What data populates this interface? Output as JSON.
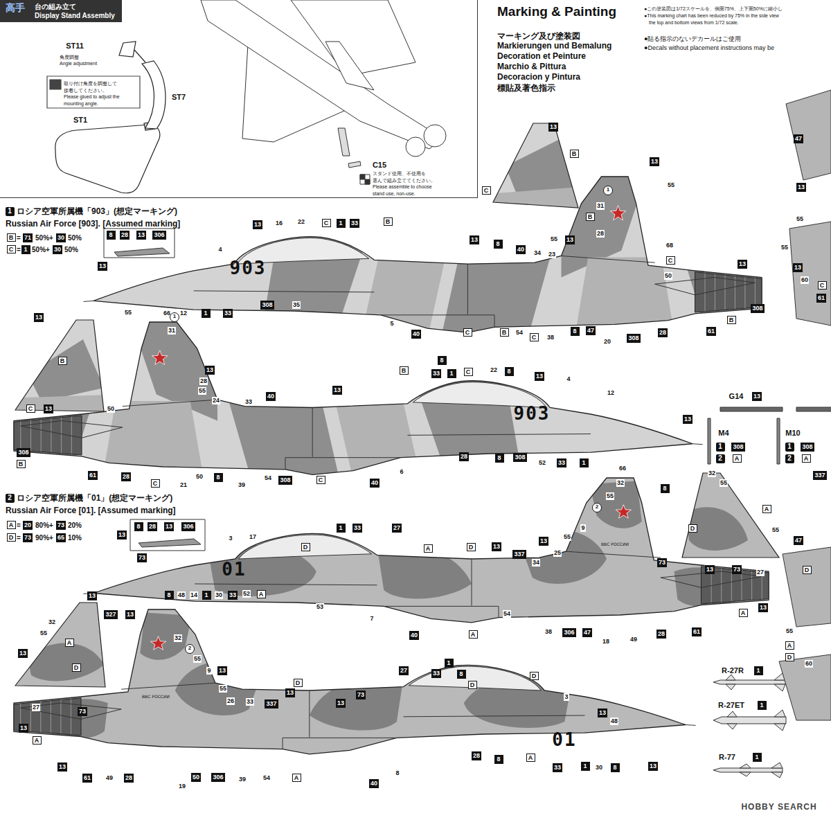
{
  "diagram": {
    "title": "Marking & Painting",
    "nodes": [
      {
        "text": [
          "台の組み立て",
          "Display Stand Assembly"
        ]
      }
    ],
    "labels": [
      "高手",
      "ST11",
      "角度調整",
      "Angle adjustment",
      "取り付け角度を調整して",
      "接着してください。",
      "Please glued to adjust the",
      "mounting angle.",
      "ST7",
      "ST1",
      "C15",
      "スタンド使用、不使用を",
      "選んで組み立ててください。",
      "Please assemble to choose",
      "stand use, non-use.",
      "マーキング及び塗装図",
      "Markierungen und Bemalung",
      "Decoration et Peinture",
      "Marchio & Pittura",
      "Decoracion y Pintura",
      "標貼及著色指示",
      "●この塗装図は1/72スケールを、側面75%、上下面50%に縮小し",
      "●This marking chart has been reduced by 75% in the side view",
      "the top and bottom views from 1/72 scale.",
      "●貼る指示のないデカールはご使用",
      "●Decals without placement instructions may be",
      "1",
      "ロシア空軍所属機「903」(想定マーキング)",
      "Russian Air Force [903]. [Assumed marking]",
      "13",
      "B",
      "=",
      "71",
      "50%+",
      "30",
      "50%",
      "C",
      "=",
      "1",
      "50%+",
      "30",
      "50%",
      "8",
      "28",
      "13",
      "306",
      "16",
      "22",
      "C",
      "1",
      "33",
      "B",
      "4",
      "13",
      "66",
      "12",
      "1",
      "33",
      "308",
      "35",
      "5",
      "13",
      "8",
      "40",
      "34",
      "23",
      "55",
      "13",
      "28",
      "31",
      "1",
      "B",
      "68",
      "C",
      "50",
      "13",
      "308",
      "61",
      "28",
      "308",
      "B",
      "8",
      "47",
      "20",
      "38",
      "54",
      "C",
      "B",
      "C",
      "40",
      "13",
      "B",
      "C",
      "13",
      "55",
      "903",
      "13",
      "55",
      "1",
      "31",
      "B",
      "C",
      "13",
      "50",
      "13",
      "28",
      "55",
      "24",
      "33",
      "40",
      "13",
      "B",
      "8",
      "33",
      "1",
      "C",
      "22",
      "8",
      "13",
      "4",
      "12",
      "13",
      "308",
      "B",
      "61",
      "28",
      "C",
      "21",
      "50",
      "8",
      "39",
      "54",
      "308",
      "C",
      "40",
      "6",
      "28",
      "8",
      "308",
      "52",
      "33",
      "1",
      "66",
      "903",
      "2",
      "ロシア空軍所属機「01」(想定マーキング)",
      "Russian Air Force [01]. [Assumed marking]",
      "A",
      "=",
      "20",
      "80%+",
      "73",
      "20%",
      "D",
      "=",
      "73",
      "90%+",
      "65",
      "10%",
      "8",
      "28",
      "13",
      "306",
      "13",
      "73",
      "3",
      "17",
      "D",
      "1",
      "33",
      "27",
      "A",
      "D",
      "13",
      "337",
      "34",
      "13",
      "55",
      "25",
      "9",
      "2",
      "32",
      "55",
      "8",
      "73",
      "13",
      "73",
      "27",
      "13",
      "A",
      "61",
      "28",
      "49",
      "18",
      "47",
      "306",
      "38",
      "54",
      "A",
      "40",
      "7",
      "53",
      "A",
      "52",
      "8",
      "48",
      "14",
      "1",
      "30",
      "33",
      "32",
      "55",
      "A",
      "D",
      "55",
      "01",
      "ВВС РОССИИ",
      "13",
      "327",
      "13",
      "32",
      "55",
      "13",
      "A",
      "D",
      "27",
      "73",
      "13",
      "A",
      "13",
      "61",
      "49",
      "28",
      "19",
      "50",
      "306",
      "39",
      "54",
      "A",
      "40",
      "8",
      "28",
      "8",
      "A",
      "33",
      "1",
      "30",
      "8",
      "13",
      "48",
      "13",
      "3",
      "D",
      "D",
      "1",
      "8",
      "33",
      "27",
      "73",
      "D",
      "13",
      "33",
      "55",
      "26",
      "337",
      "13",
      "9",
      "13",
      "2",
      "32",
      "55",
      "01",
      "ВВС РОССИИ",
      "G14",
      "13",
      "M4",
      "1",
      "308",
      "2",
      "A",
      "M10",
      "1",
      "308",
      "2",
      "A",
      "337",
      "R-27R",
      "1",
      "R-27ET",
      "1",
      "R-77",
      "1",
      "47",
      "13",
      "55",
      "55",
      "13",
      "60",
      "C",
      "61",
      "47",
      "D",
      "55",
      "A",
      "D",
      "60",
      "HOBBY SEARCH"
    ]
  }
}
